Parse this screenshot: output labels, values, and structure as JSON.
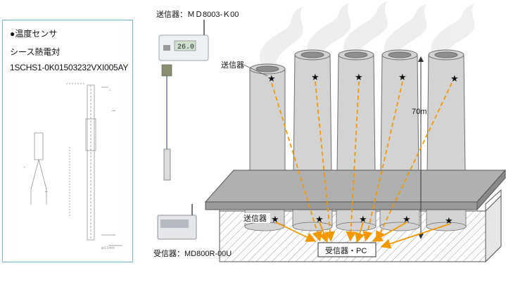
{
  "sensor_panel": {
    "title": "●温度センサ",
    "subtitle": "シース熱電対",
    "model": "1SCHS1-0K01503232VXI005AY"
  },
  "devices": {
    "transmitter_label": "送信器：ＭＤ8003-Ｋ00",
    "transmitter_display": "26.0",
    "receiver_label": "受信器：MD800R-00U"
  },
  "diagram": {
    "chimney_transmitter_label": "送信器",
    "lower_transmitter_label": "送信器",
    "receiver_pc_label": "受信器・PC",
    "height_label": "70m",
    "chimney_count": 5
  },
  "colors": {
    "arrow": "#f39800",
    "chimney": "#d2d2d2",
    "platform": "#a9a9a9"
  }
}
